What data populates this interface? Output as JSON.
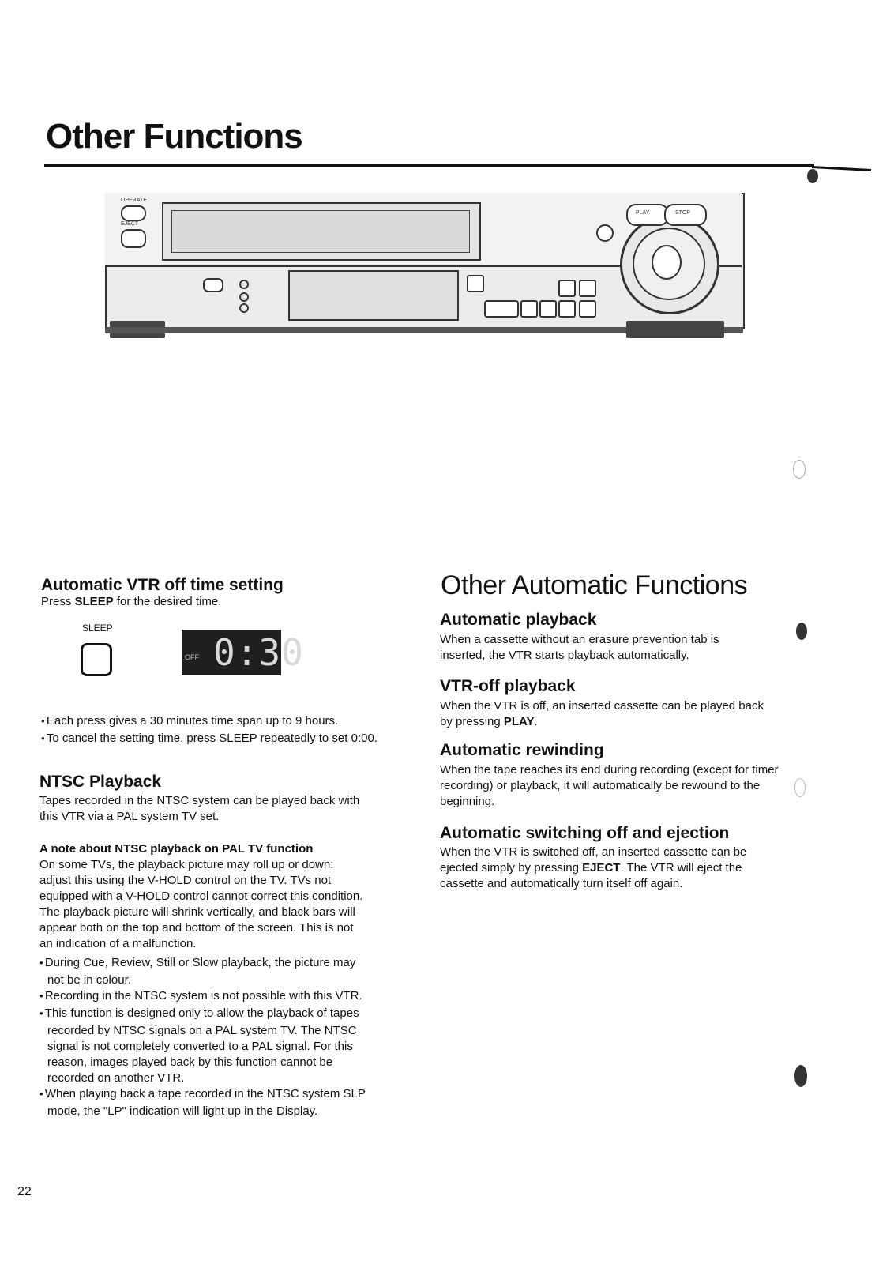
{
  "page": {
    "title": "Other Functions",
    "number": "22"
  },
  "vcr_illustration": {
    "label_operate": "OPERATE",
    "label_eject": "EJECT",
    "label_play": "PLAY",
    "label_stop": "STOP"
  },
  "left_column": {
    "sleep_section": {
      "heading": "Automatic VTR off time setting",
      "intro_before": "Press ",
      "intro_bold": "SLEEP",
      "intro_after": " for the desired time.",
      "button_label": "SLEEP",
      "display_off": "OFF",
      "display_time": "0:30",
      "bullets": [
        "Each press gives a 30 minutes time span up to 9 hours.",
        "To cancel the setting time, press SLEEP repeatedly to set 0:00."
      ]
    },
    "ntsc_section": {
      "heading": "NTSC Playback",
      "body": "Tapes recorded in the NTSC system can be played back with this VTR via a PAL system TV set.",
      "note_heading": "A note about NTSC playback on PAL TV function",
      "note_body": "On some TVs, the playback picture may roll up or down: adjust this using the V-HOLD control on the TV. TVs not equipped with a V-HOLD control cannot correct this condition. The playback picture will shrink vertically, and black bars will appear both on the top and bottom of the screen. This is not an indication of a malfunction.",
      "bullets": [
        "During Cue, Review, Still or Slow playback, the picture may not be in colour.",
        "Recording in the NTSC system is not possible with this VTR.",
        "This function is designed only to allow the playback of tapes recorded by NTSC signals on a PAL system TV. The NTSC signal is not completely converted to a PAL signal. For this reason, images played back by this function cannot be recorded on another VTR.",
        "When playing back a tape recorded in the NTSC system SLP mode, the \"LP\" indication will light up in the Display."
      ]
    }
  },
  "right_column": {
    "heading": "Other Automatic Functions",
    "sections": [
      {
        "heading": "Automatic playback",
        "body": "When a cassette without an erasure prevention tab is inserted, the VTR starts playback automatically."
      },
      {
        "heading": "VTR-off playback",
        "body_before": "When the VTR is off, an inserted cassette can be played back by pressing ",
        "body_bold": "PLAY",
        "body_after": "."
      },
      {
        "heading": "Automatic rewinding",
        "body": "When the tape reaches its end during recording (except for timer recording) or playback, it will automatically be rewound to the beginning."
      },
      {
        "heading": "Automatic switching off and ejection",
        "body_before": "When the VTR is switched off, an inserted cassette can be ejected simply by pressing ",
        "body_bold": "EJECT",
        "body_after": ". The VTR will eject the cassette and automatically turn itself off again."
      }
    ]
  }
}
